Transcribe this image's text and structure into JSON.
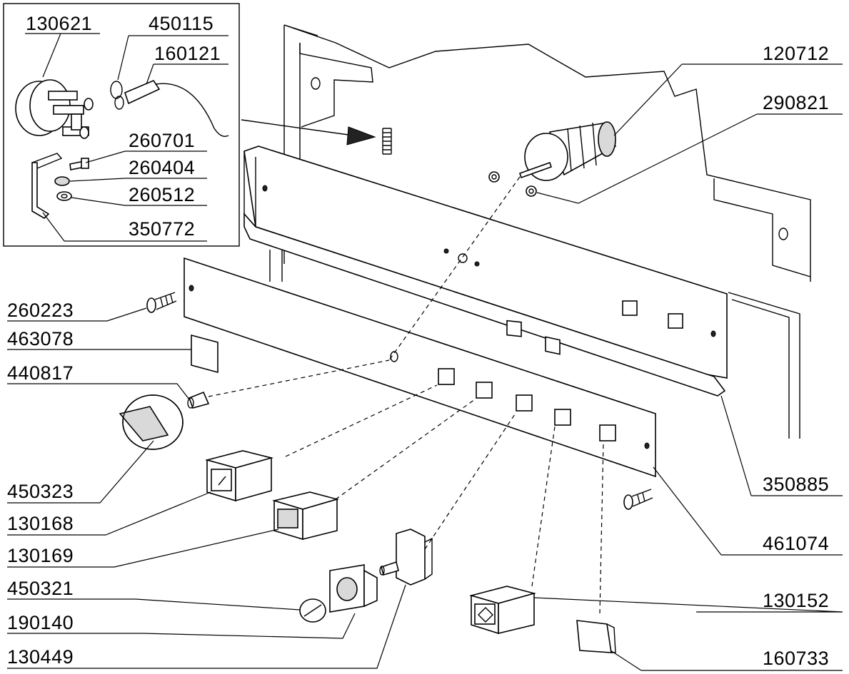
{
  "labels": {
    "p130621": "130621",
    "p450115": "450115",
    "p160121": "160121",
    "p260701": "260701",
    "p260404": "260404",
    "p260512": "260512",
    "p350772": "350772",
    "p120712": "120712",
    "p290821": "290821",
    "p260223": "260223",
    "p463078": "463078",
    "p440817": "440817",
    "p450323": "450323",
    "p130168": "130168",
    "p130169": "130169",
    "p450321": "450321",
    "p190140": "190140",
    "p130449": "130449",
    "p350885": "350885",
    "p461074": "461074",
    "p130152": "130152",
    "p160733": "160733"
  }
}
